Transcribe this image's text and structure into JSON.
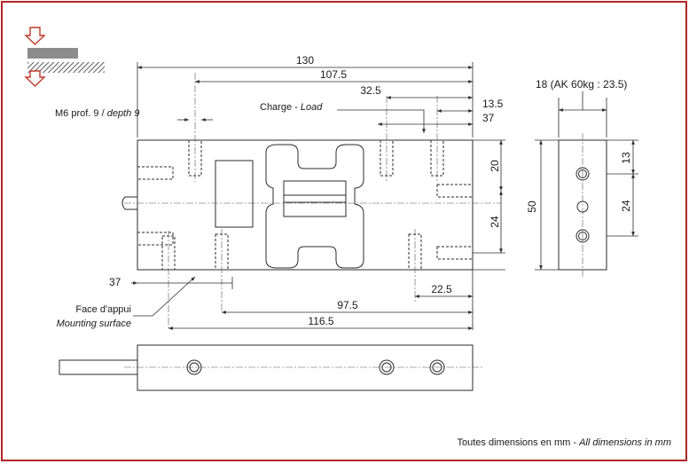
{
  "drawing": {
    "frame_color": "#b0262a",
    "line_color": "#2b2b2b",
    "grey_block_color": "#8c8c8c",
    "dims": {
      "d130": "130",
      "d107_5": "107.5",
      "d32_5": "32.5",
      "d13_5": "13.5",
      "d37_top": "37",
      "d20": "20",
      "d24_front": "24",
      "d37_bottom": "37",
      "d22_5": "22.5",
      "d97_5": "97.5",
      "d116_5": "116.5",
      "d18": "18 (AK 60kg : 23.5)",
      "d50": "50",
      "d13_side": "13",
      "d24_side": "24"
    },
    "labels": {
      "thread_prefix": "M6 prof. 9 / ",
      "thread_en": "depth 9",
      "load_prefix": "Charge - ",
      "load_en": "Load",
      "face_fr": "Face d'appui",
      "face_en": "Mounting surface",
      "footer_fr": "Toutes dimensions en mm - ",
      "footer_en": "All dimensions in mm"
    },
    "icons": {
      "arrow_down": "hollow-down-arrow",
      "mount": "hatched-mounting-surface"
    }
  }
}
